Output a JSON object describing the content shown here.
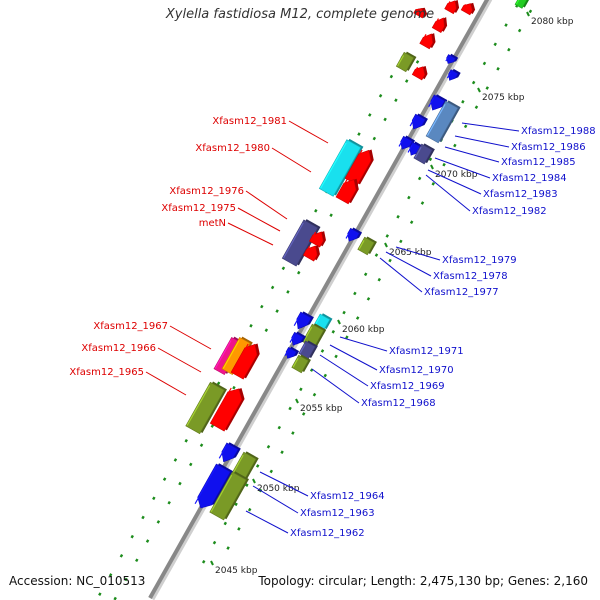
{
  "title": "Xylella fastidiosa M12, complete genome",
  "footer": {
    "accession": "Accession: NC_010513",
    "summary": "Topology: circular; Length: 2,475,130 bp; Genes: 2,160"
  },
  "colors": {
    "backbone": "#888888",
    "tick": "#1c8c1c",
    "label_forward": "#dd0000",
    "label_reverse": "#1010cc",
    "red_cds": "#ff0000",
    "blue_cds": "#1010ee",
    "cyan_cds": "#19e0ee",
    "olive_cds": "#7a9a26",
    "slate_cds": "#4a4a8e",
    "magenta_cds": "#f0148c",
    "orange_cds": "#ff9900",
    "steel_cds": "#5a88c0",
    "green_cds": "#22cc22"
  },
  "position_labels": [
    "2045 kbp",
    "2050 kbp",
    "2055 kbp",
    "2060 kbp",
    "2065 kbp",
    "2070 kbp",
    "2075 kbp",
    "2080 kbp"
  ],
  "forward_labels": [
    "Xfasm12_1981",
    "Xfasm12_1980",
    "Xfasm12_1976",
    "Xfasm12_1975",
    "metN",
    "Xfasm12_1967",
    "Xfasm12_1966",
    "Xfasm12_1965"
  ],
  "reverse_labels": [
    "Xfasm12_1988",
    "Xfasm12_1986",
    "Xfasm12_1985",
    "Xfasm12_1984",
    "Xfasm12_1983",
    "Xfasm12_1982",
    "Xfasm12_1979",
    "Xfasm12_1978",
    "Xfasm12_1977",
    "Xfasm12_1971",
    "Xfasm12_1970",
    "Xfasm12_1969",
    "Xfasm12_1968",
    "Xfasm12_1964",
    "Xfasm12_1963",
    "Xfasm12_1962"
  ]
}
